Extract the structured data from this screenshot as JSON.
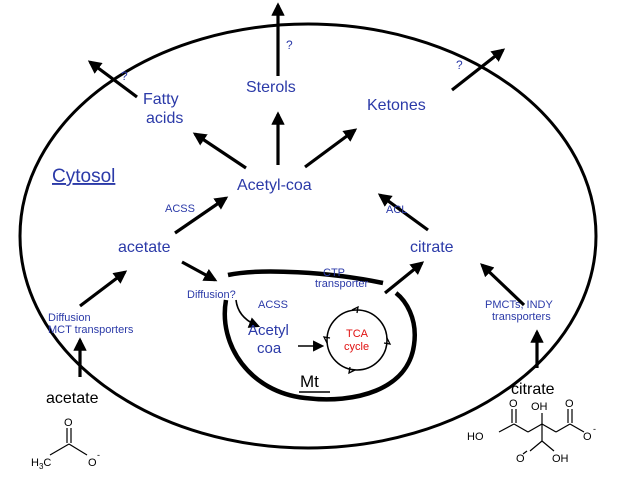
{
  "compartments": {
    "cytosol": "Cytosol",
    "mitochondrion": "Mt"
  },
  "metabolites": {
    "fatty_acids_line1": "Fatty",
    "fatty_acids_line2": "acids",
    "sterols": "Sterols",
    "ketones": "Ketones",
    "acetyl_coa": "Acetyl-coa",
    "acetate": "acetate",
    "citrate": "citrate",
    "mito_acetyl_coa_line1": "Acetyl",
    "mito_acetyl_coa_line2": "coa",
    "external_acetate": "acetate",
    "external_citrate": "citrate"
  },
  "enzymes_transporters": {
    "acss_cytosol": "ACSS",
    "acl": "ACL",
    "acss_mito": "ACSS",
    "diffusion_q": "Diffusion?",
    "ctp_line1": "CTP",
    "ctp_line2": "transporter",
    "diffusion_line1": "Diffusion",
    "diffusion_line2": "MCT transporters",
    "pmct_line1": "PMCTs, INDY",
    "pmct_line2": "transporters",
    "unknown_mark": "?"
  },
  "tca": {
    "line1": "TCA",
    "line2": "cycle"
  },
  "structures": {
    "acetate_o": "O",
    "acetate_o_minus": "O",
    "acetate_minus": "-",
    "acetate_h3c": "H",
    "acetate_h3c_sub": "3",
    "acetate_h3c_c": "C",
    "citrate_oh": "OH",
    "citrate_ho_left": "HO",
    "citrate_o_right": "O",
    "citrate_o_bottom": "O",
    "citrate_oh_bottom": "OH",
    "citrate_minus": "-"
  },
  "colors": {
    "label_blue": "#2b3aa8",
    "tca_red": "#e01010",
    "line_black": "#000000"
  }
}
